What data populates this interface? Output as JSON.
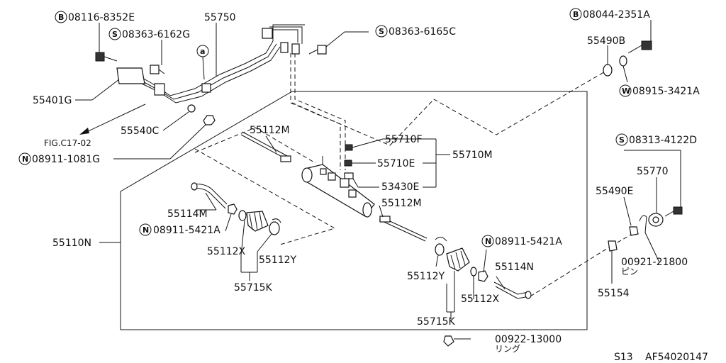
{
  "labels": {
    "bolt_top_left": "08116-8352E",
    "screw_top_left": "08363-6162G",
    "tube_55750": "55750",
    "screw_top_mid": "08363-6165C",
    "bolt_top_right": "08044-2351A",
    "washer_55490b": "55490B",
    "washer_w": "08915-3421A",
    "bracket_55401g": "55401G",
    "nut_55540c": "55540C",
    "fig_ref": "FIG.C17-02",
    "nut_n_left": "08911-1081G",
    "rod_55112m_top": "55112M",
    "part_55710f": "55710F",
    "part_55710e": "55710E",
    "part_53430e": "53430E",
    "group_55710m": "55710M",
    "screw_right": "08313-4122D",
    "part_55770": "55770",
    "part_55490e": "55490E",
    "rod_55114m": "55114M",
    "nut_n_mid_left": "08911-5421A",
    "frame_55110n": "55110N",
    "boot_55112x_left": "55112X",
    "clip_55112y_left": "55112Y",
    "group_55715k_left": "55715K",
    "rod_55112m_mid": "55112M",
    "nut_n_mid_right": "08911-5421A",
    "clip_55112y_right": "55112Y",
    "rod_55114n": "55114N",
    "pin_00921": "00921-21800",
    "pin_kana": "ピン",
    "boot_55112x_right": "55112X",
    "part_55154": "55154",
    "group_55715k_right": "55715K",
    "ring_00922": "00922-13000",
    "ring_kana": "リング",
    "footer_s13": "S13",
    "footer_code": "AF54020147"
  },
  "badges": {
    "b": "B",
    "s": "S",
    "w": "W",
    "n": "N",
    "a": "a"
  }
}
